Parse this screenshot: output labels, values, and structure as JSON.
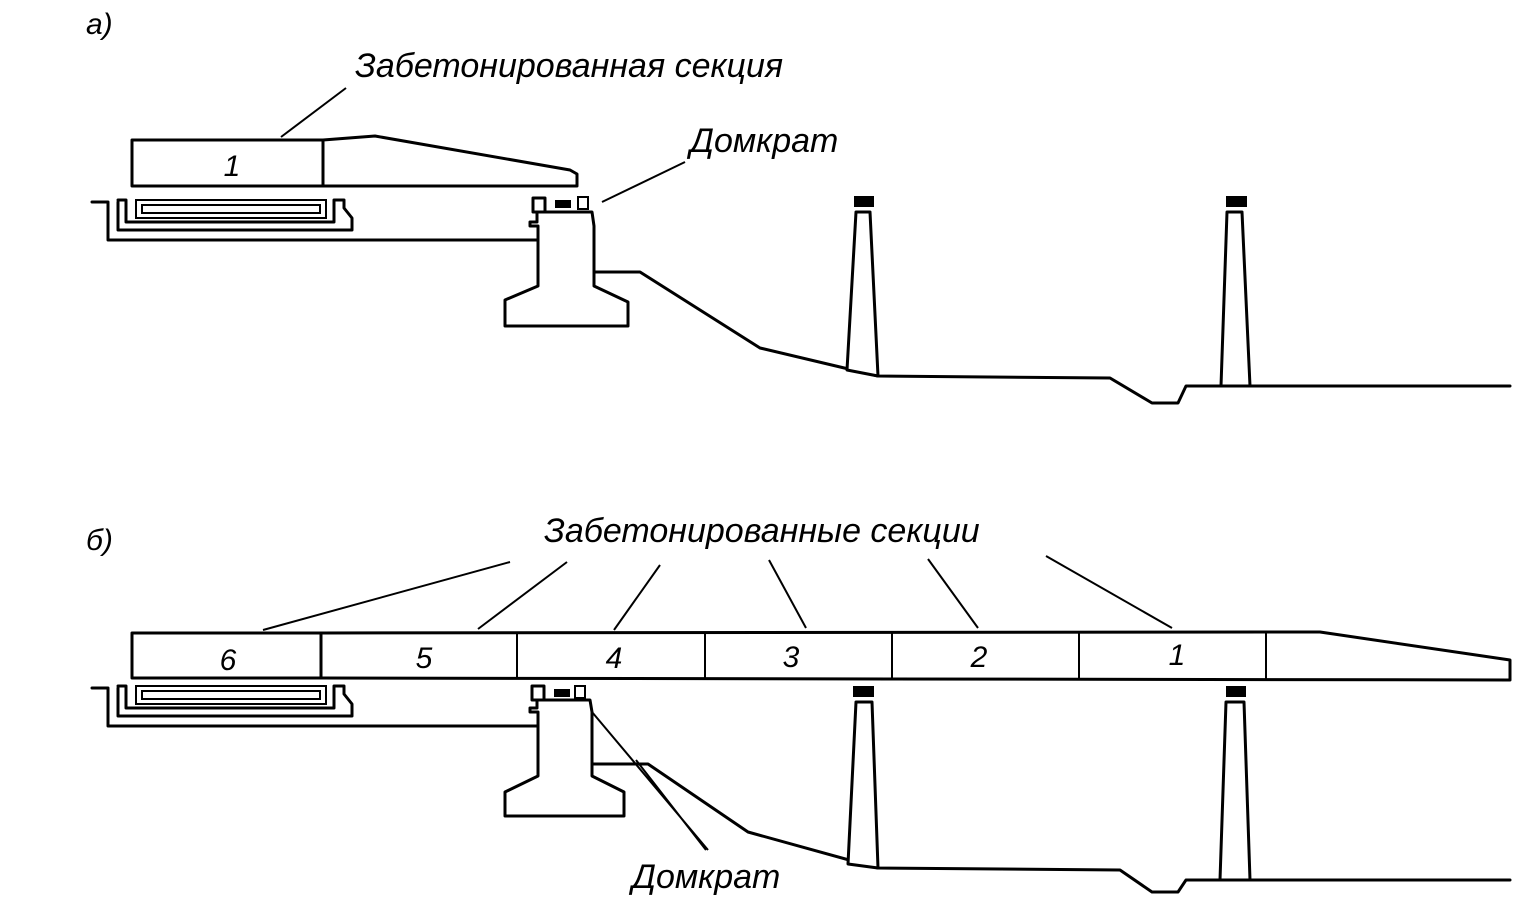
{
  "panel_a": {
    "letter": "а)",
    "section_label": "Забетонированная секция",
    "jack_label": "Домкрат",
    "section_number": "1"
  },
  "panel_b": {
    "letter": "б)",
    "sections_label": "Забетонированные секции",
    "jack_label": "Домкрат",
    "section_numbers": [
      "6",
      "5",
      "4",
      "3",
      "2",
      "1"
    ]
  }
}
